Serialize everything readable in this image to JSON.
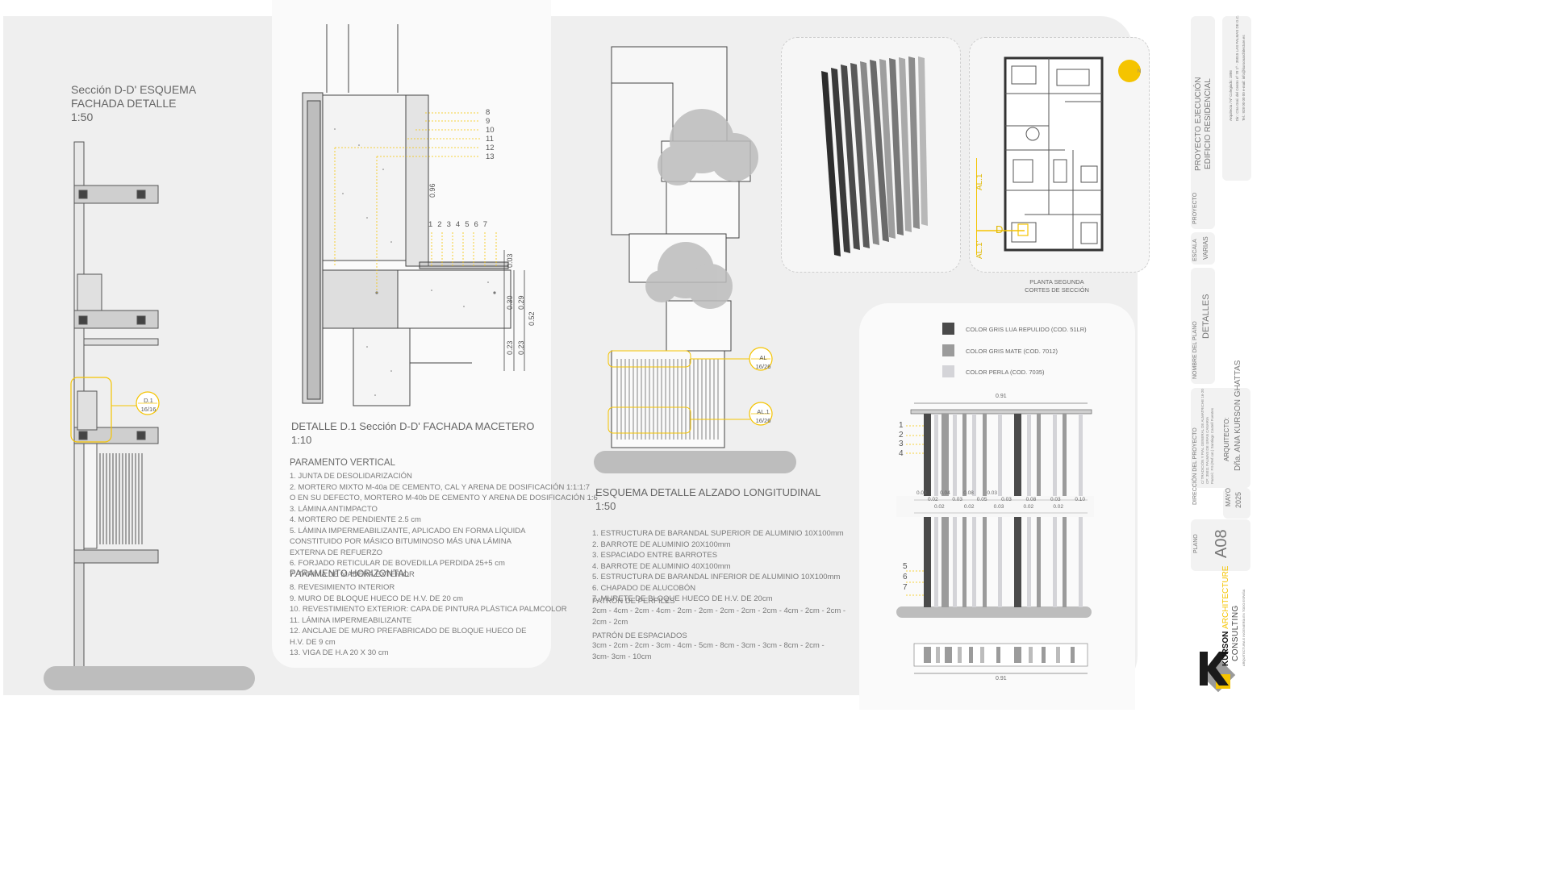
{
  "colors": {
    "accent": "#f5c400",
    "panel": "#efefef",
    "dark": "#4a4a4a",
    "mid": "#9b9b9b",
    "light": "#d4d4d8"
  },
  "left": {
    "title": [
      "Sección D-D' ESQUEMA",
      "FACHADA DETALLE",
      "1:50"
    ],
    "callout": [
      "D.1",
      "16/16"
    ]
  },
  "detail": {
    "title": "DETALLE D.1 Sección D-D' FACHADA MACETERO",
    "scale": "1:10",
    "labels_right": [
      "8",
      "9",
      "10",
      "11",
      "12",
      "13"
    ],
    "labels_top": [
      "1",
      "2",
      "3",
      "4",
      "5",
      "6",
      "7"
    ],
    "dims": [
      "0.96",
      "0.03",
      "0.30",
      "0.29",
      "0.52",
      "0.23",
      "0.23"
    ],
    "vertical_heading": "PARAMENTO VERTICAL",
    "vertical_items": [
      "1.   JUNTA DE DESOLIDARIZACIÓN",
      "2.   MORTERO MIXTO M-40a DE CEMENTO, CAL Y ARENA DE DOSIFICACIÓN 1:1:1:7",
      "O EN SU DEFECTO, MORTERO M-40b DE CEMENTO Y ARENA DE DOSIFICACIÓN 1:6",
      "3.   LÁMINA ANTIMPACTO",
      "4.   MORTERO DE PENDIENTE 2.5 cm",
      "5.   LÁMINA IMPERMEABILIZANTE, APLICADO EN FORMA LÍQUIDA",
      "CONSTITUIDO POR MÁSICO BITUMINOSO MÁS UNA LÁMINA",
      "EXTERNA DE REFUERZO",
      "6.   FORJADO RETICULAR DE BOVEDILLA PERDIDA 25+5 cm",
      "7.   TARIMA DE MADERA EXTERIOR"
    ],
    "horizontal_heading": "PARAMENTO HORIZONTAL",
    "horizontal_items": [
      "8.   REVESIMIENTO INTERIOR",
      "9.   MURO DE BLOQUE HUECO DE H.V. DE 20 cm",
      "10.  REVESTIMIENTO EXTERIOR: CAPA DE PINTURA PLÁSTICA PALMCOLOR",
      "11.  LÁMINA IMPERMEABILIZANTE",
      "12.  ANCLAJE DE MURO PREFABRICADO DE BLOQUE HUECO DE",
      "H.V. DE 9 cm",
      "13.  VIGA DE H.A 20 X 30 cm"
    ]
  },
  "elevation": {
    "title": "ESQUEMA DETALLE ALZADO LONGITUDINAL",
    "scale": "1:50",
    "callouts": [
      [
        "AL",
        "16/26"
      ],
      [
        "AL.1",
        "16/26"
      ]
    ],
    "items": [
      "1.   ESTRUCTURA DE BARANDAL SUPERIOR DE ALUMINIO 10X100mm",
      "2.   BARROTE DE ALUMINIO 20X100mm",
      "3.   ESPACIADO ENTRE BARROTES",
      "4.   BARROTE DE ALUMINIO 40X100mm",
      "5.   ESTRUCTURA DE BARANDAL INFERIOR DE ALUMINIO 10X100mm",
      "6.   CHAPADO DE ALUCOBÓN",
      "7.   MURETE DE BLOQUE HUECO DE H.V. DE 20cm"
    ],
    "profiles_heading": "PATRÓN DE PERFILES",
    "profiles": [
      "2cm - 4cm - 2cm - 4cm - 2cm - 2cm - 2cm - 2cm - 2cm - 4cm - 2cm - 2cm -",
      "2cm - 2cm"
    ],
    "spacing_heading": "PATRÓN DE ESPACIADOS",
    "spacing": [
      "3cm - 2cm - 2cm - 3cm - 4cm - 5cm - 8cm - 3cm - 3cm - 8cm - 2cm -",
      "3cm- 3cm - 10cm"
    ]
  },
  "plan": {
    "caption": [
      "PLANTA SEGUNDA",
      "CORTES DE SECCIÓN"
    ],
    "marks": [
      "AL.1",
      "D",
      "AL.1'",
      "N"
    ]
  },
  "railing": {
    "legend": [
      "COLOR GRIS LUA REPULIDO (COD. 51LR)",
      "COLOR GRIS MATE (COD. 7012)",
      "COLOR PERLA (COD. 7035)"
    ],
    "width": "0.91",
    "labels_top": [
      "1",
      "2",
      "3",
      "4"
    ],
    "labels_bottom": [
      "5",
      "6",
      "7"
    ],
    "spacing_top": [
      "0.03",
      "0.04",
      "0.08",
      "0.03"
    ],
    "spacing_bottom": [
      "0.02",
      "0.03",
      "0.05",
      "0.03",
      "0.08",
      "0.03",
      "0.10"
    ],
    "spacing_small": [
      "0.02",
      "0.02",
      "0.03",
      "0.02",
      "0.02"
    ]
  },
  "titleblock": {
    "address": [
      "Arquitecta / Nº Colegiado: 1886",
      "Dir.: Ctra Gral. del Centro nº 78 1º - 35015 LAS PALMAS DE G.C.",
      "Tel.: 928 00 00 00 e-mail: info@kursonarchitecture.es"
    ],
    "project_label": "PROYECTO",
    "project": [
      "PROYECTO EJECUCIÓN",
      "EDIFICIO RESIDENCIAL"
    ],
    "scale_label": "ESCALA",
    "scale": "VARIAS",
    "sheet_name_label": "NOMBRE DEL PLANO",
    "sheet_name": "DETALLES",
    "direction_label": "DIRECCIÓN DEL PROYECTO",
    "direction_text": [
      "C/ TRADICIÓN Y PIAL GENERAL DE ALMATRICHE 16-20",
      "CP: 35011 PALMAS DE GRAN CANARIA",
      "Parcel.: P.9.(Ref.cat.) Santiago Castell Fuentes"
    ],
    "architect_label": "ARQUITECTO:",
    "architect": "Dña. ANA KURSON GHATTAS",
    "date": [
      "MAYO",
      "2025"
    ],
    "plan_label": "PLANO",
    "plan_no": "A08",
    "brand": [
      "KURSON",
      "ARCHITECTURE",
      "CONSULTING"
    ],
    "brand_tag": "ARQUITECTURA E INGENIERÍA EN TODO ESPAÑA"
  }
}
